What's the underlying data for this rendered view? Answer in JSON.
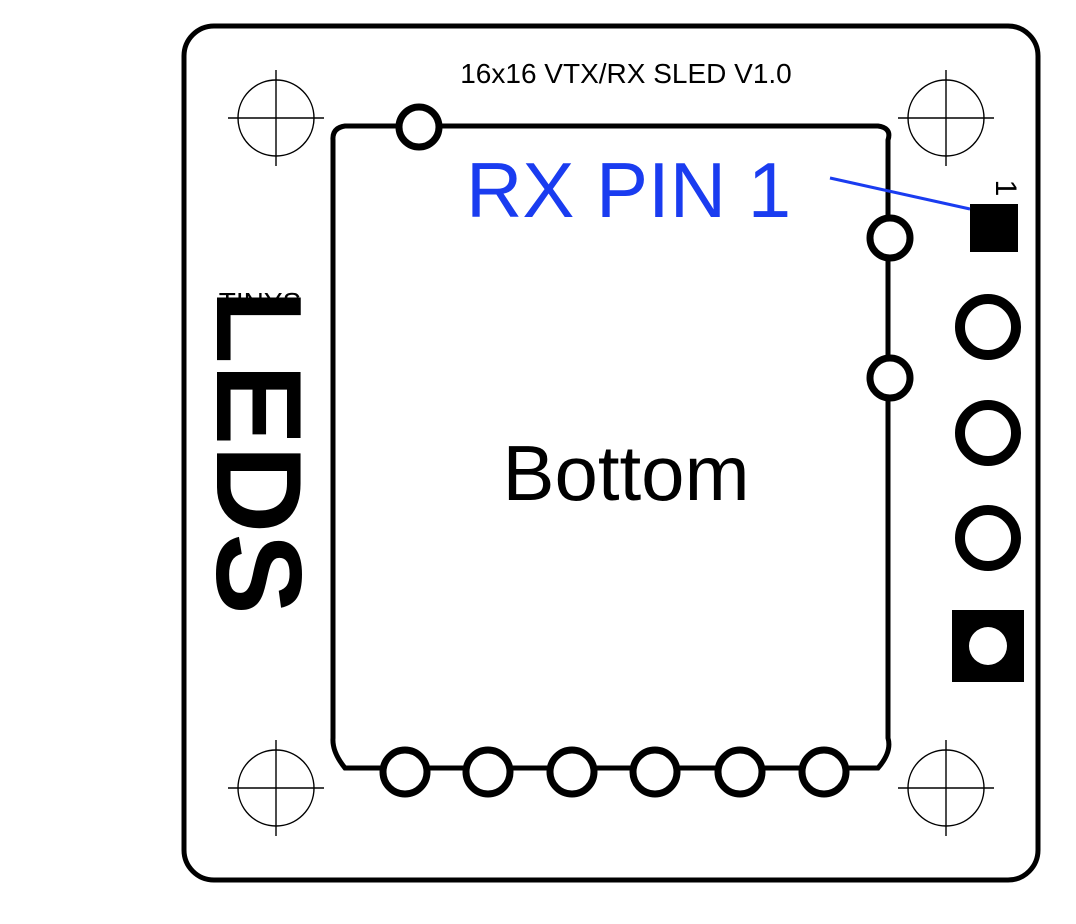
{
  "board": {
    "title": "16x16 VTX/RX SLED V1.0",
    "logo_top": "TINYS",
    "logo_main": "LEDS",
    "side_label": "Bottom",
    "pin_number": "1"
  },
  "annotation": {
    "label": "RX PIN 1"
  },
  "icons": {
    "mount_hole": "crosshair-circle",
    "pad_round": "round-pad",
    "pad_square": "square-pad"
  },
  "colors": {
    "silkscreen": "#000000",
    "annotation": "#1a3cf0",
    "background": "#ffffff"
  }
}
